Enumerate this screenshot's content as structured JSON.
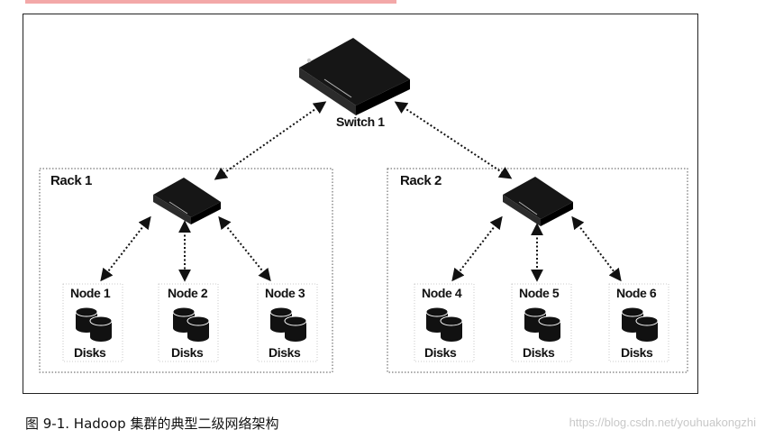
{
  "diagram": {
    "switch": {
      "label": "Switch 1"
    },
    "racks": [
      {
        "label": "Rack 1",
        "nodes": [
          {
            "name": "Node 1",
            "disks_label": "Disks"
          },
          {
            "name": "Node 2",
            "disks_label": "Disks"
          },
          {
            "name": "Node 3",
            "disks_label": "Disks"
          }
        ]
      },
      {
        "label": "Rack 2",
        "nodes": [
          {
            "name": "Node 4",
            "disks_label": "Disks"
          },
          {
            "name": "Node 5",
            "disks_label": "Disks"
          },
          {
            "name": "Node 6",
            "disks_label": "Disks"
          }
        ]
      }
    ]
  },
  "caption": "图 9-1. Hadoop 集群的典型二级网络架构",
  "watermark": "https://blog.csdn.net/youhuakongzhi",
  "colors": {
    "line": "#111111",
    "device_top": "#1a1a1a",
    "accent_bar": "#f3a8a8"
  },
  "icons": [
    "network-switch-icon",
    "disk-stack-icon"
  ]
}
